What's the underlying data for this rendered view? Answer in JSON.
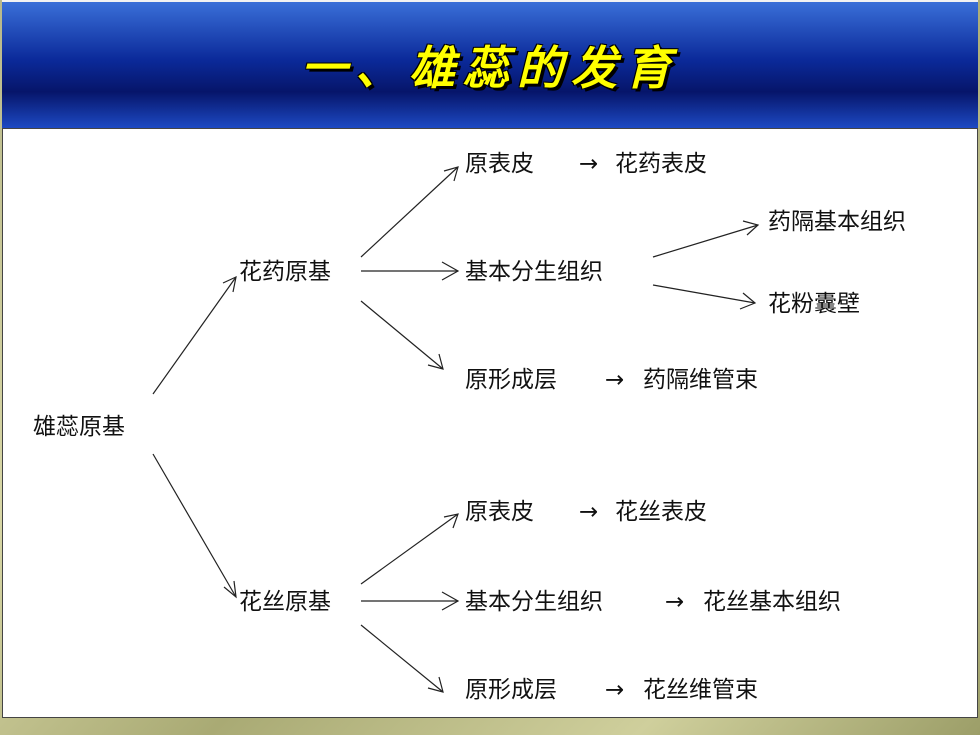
{
  "title": "一、雄蕊的发育",
  "nodes": {
    "stamen_primordium": "雄蕊原基",
    "anther_primordium": "花药原基",
    "filament_primordium": "花丝原基",
    "a_protoderm": "原表皮",
    "a_anther_epidermis": "花药表皮",
    "a_ground_meristem": "基本分生组织",
    "a_connective_ground": "药隔基本组织",
    "a_pollen_sac_wall": "花粉囊壁",
    "a_procambium": "原形成层",
    "a_connective_bundle": "药隔维管束",
    "f_protoderm": "原表皮",
    "f_filament_epidermis": "花丝表皮",
    "f_ground_meristem": "基本分生组织",
    "f_filament_ground": "花丝基本组织",
    "f_procambium": "原形成层",
    "f_filament_bundle": "花丝维管束"
  },
  "arrow_glyph": "→"
}
